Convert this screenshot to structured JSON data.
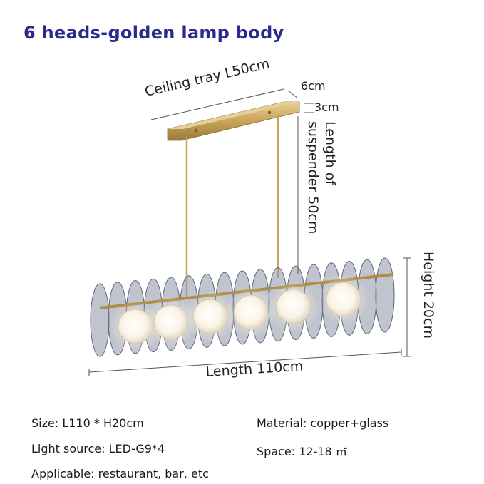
{
  "title": "6 heads-golden lamp body",
  "dimensions": {
    "ceiling_tray": "Ceiling tray L50cm",
    "tray_depth": "6cm",
    "tray_thickness": "3cm",
    "suspender_line1": "Length of",
    "suspender_line2": "suspender 50cm",
    "height": "Height 20cm",
    "length": "Length 110cm"
  },
  "specs": {
    "size": "Size: L110 * H20cm",
    "material": "Material: copper+glass",
    "light_source": "Light source: LED-G9*4",
    "space": "Space: 12-18 ㎡",
    "applicable": "Applicable: restaurant, bar, etc"
  },
  "colors": {
    "title": "#2a2a8c",
    "gold": "#c9a45a",
    "glass": "#8a93a6"
  }
}
